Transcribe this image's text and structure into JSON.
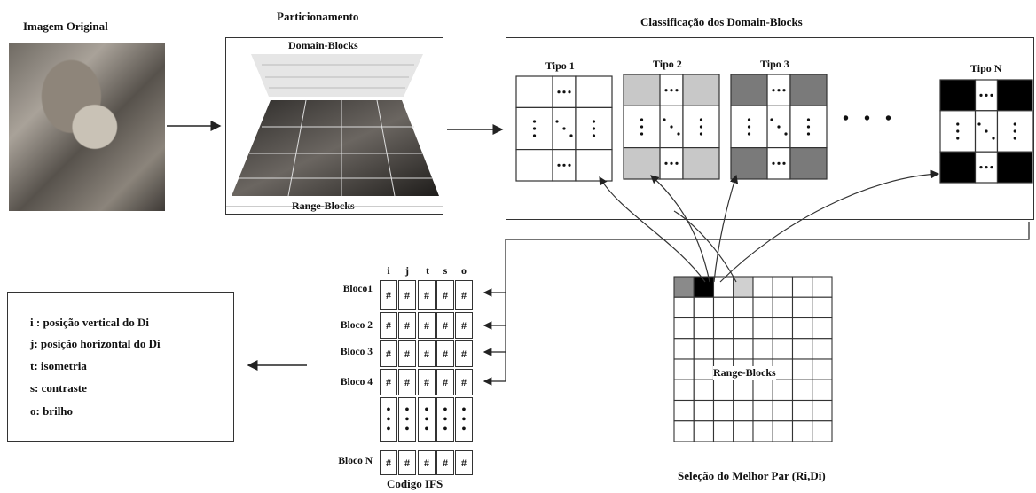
{
  "labels": {
    "original": "Imagem Original",
    "partition": "Particionamento",
    "domain_blocks": "Domain-Blocks",
    "range_blocks": "Range-Blocks",
    "classification": "Classificação dos Domain-Blocks",
    "best_pair": "Seleção do Melhor Par (Ri,Di)",
    "grid_range": "Range-Blocks",
    "ifs_code": "Codigo IFS"
  },
  "types": [
    "Tipo 1",
    "Tipo 2",
    "Tipo 3",
    "Tipo N"
  ],
  "ellipsis": "• • •",
  "ifs": {
    "headers": [
      "i",
      "j",
      "t",
      "s",
      "o"
    ],
    "rows": [
      "Bloco1",
      "Bloco 2",
      "Bloco 3",
      "Bloco 4",
      "Bloco N"
    ],
    "cell": "#"
  },
  "legend": [
    "i : posição vertical do Di",
    "j: posição horizontal do Di",
    "t: isometria",
    "s: contraste",
    "o: brilho"
  ],
  "colors": {
    "type1_corner": "#ffffff",
    "type2_corner": "#c8c8c8",
    "type3_corner": "#7a7a7a",
    "typeN_corner": "#000000"
  }
}
